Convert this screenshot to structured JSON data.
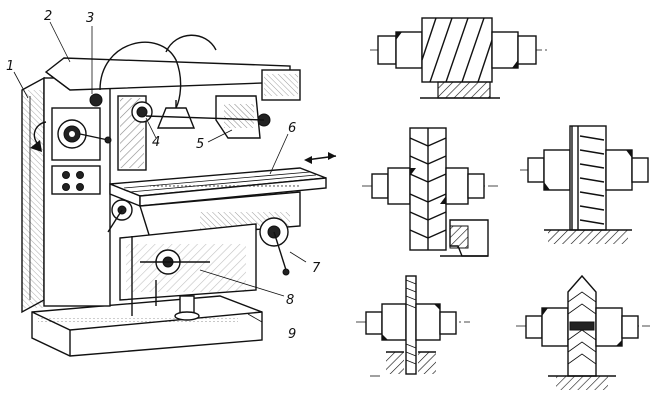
{
  "figure": {
    "labels": [
      "1",
      "2",
      "3",
      "4",
      "5",
      "6",
      "7",
      "8",
      "9"
    ]
  }
}
